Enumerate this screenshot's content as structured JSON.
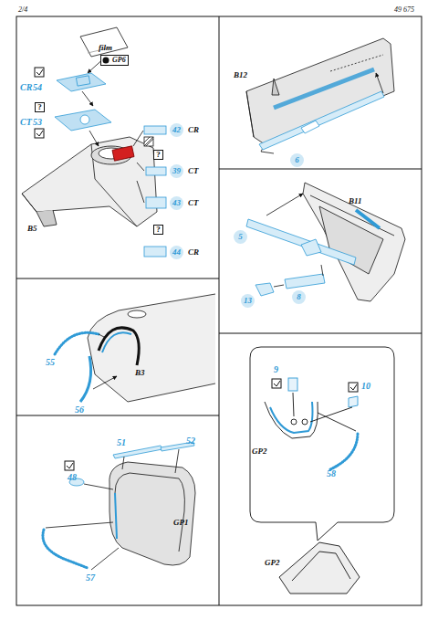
{
  "diagram": {
    "labels": [
      "2/4",
      "49 675",
      "film",
      "GP6",
      "CR",
      "54",
      "?",
      "CT",
      "53",
      "42",
      "CR",
      "?",
      "39",
      "CT",
      "43",
      "CT",
      "?",
      "44",
      "CR",
      "B5",
      "B12",
      "6",
      "B11",
      "5",
      "13",
      "8",
      "55",
      "56",
      "B3",
      "51",
      "52",
      "48",
      "57",
      "GP1",
      "9",
      "10",
      "GP2",
      "58",
      "GP2"
    ]
  }
}
